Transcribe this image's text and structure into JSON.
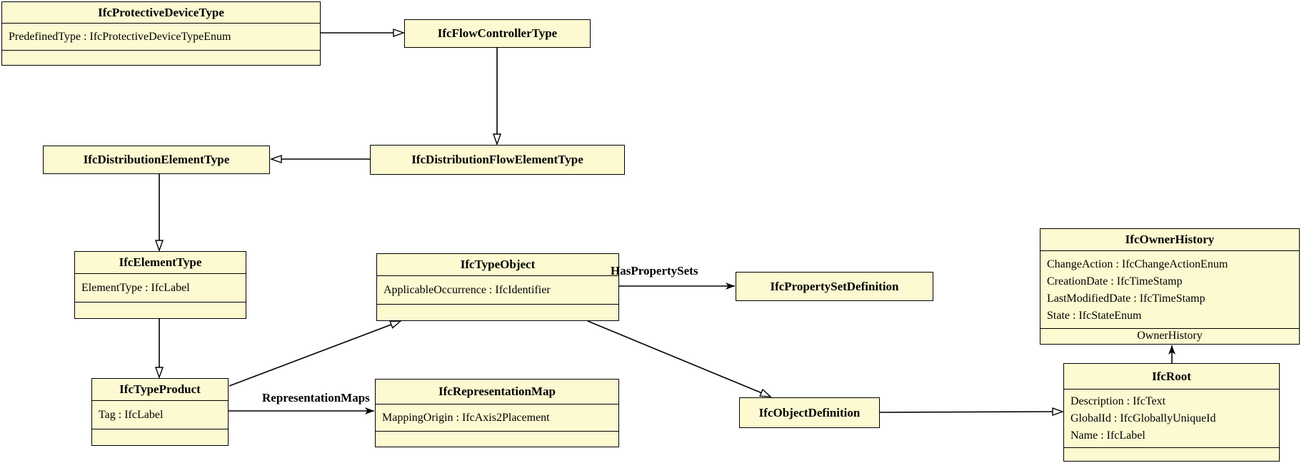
{
  "colors": {
    "background": "#FFFFFF",
    "box_fill": "#FDFAD1",
    "box_border": "#000000",
    "line": "#000000"
  },
  "classes": [
    {
      "name": "IfcProtectiveDeviceType",
      "attributes": [
        "PredefinedType : IfcProtectiveDeviceTypeEnum"
      ]
    },
    {
      "name": "IfcFlowControllerType",
      "attributes": []
    },
    {
      "name": "IfcDistributionElementType",
      "attributes": []
    },
    {
      "name": "IfcDistributionFlowElementType",
      "attributes": []
    },
    {
      "name": "IfcElementType",
      "attributes": [
        "ElementType : IfcLabel"
      ]
    },
    {
      "name": "IfcTypeObject",
      "attributes": [
        "ApplicableOccurrence : IfcIdentifier"
      ]
    },
    {
      "name": "IfcPropertySetDefinition",
      "attributes": []
    },
    {
      "name": "IfcOwnerHistory",
      "attributes": [
        "ChangeAction : IfcChangeActionEnum",
        "CreationDate : IfcTimeStamp",
        "LastModifiedDate : IfcTimeStamp",
        "State : IfcStateEnum"
      ],
      "footer_label": "OwnerHistory"
    },
    {
      "name": "IfcTypeProduct",
      "attributes": [
        "Tag : IfcLabel"
      ]
    },
    {
      "name": "IfcRepresentationMap",
      "attributes": [
        "MappingOrigin : IfcAxis2Placement"
      ]
    },
    {
      "name": "IfcObjectDefinition",
      "attributes": []
    },
    {
      "name": "IfcRoot",
      "attributes": [
        "Description : IfcText",
        "GlobalId : IfcGloballyUniqueId",
        "Name : IfcLabel"
      ]
    }
  ],
  "edge_labels": {
    "has_property_sets": "HasPropertySets",
    "representation_maps": "RepresentationMaps"
  }
}
